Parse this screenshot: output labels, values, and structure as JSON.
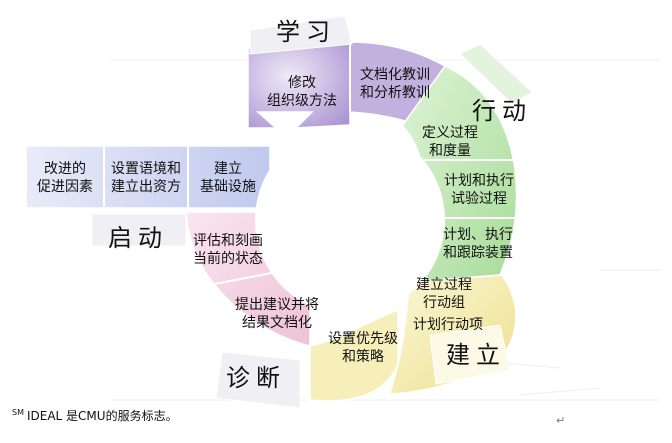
{
  "phases": {
    "learn": "学习",
    "act": "行动",
    "establish": "建立",
    "diagnose": "诊断",
    "start": "启动"
  },
  "segments": {
    "revise": "修改\n组织级方法",
    "document": "文档化教训\n和分析教训",
    "define": "定义过程\n和度量",
    "plan_experiment": "计划和执行\n试验过程",
    "plan_track": "计划、执行\n和跟踪装置",
    "build_team": "建立过程\n行动组",
    "plan_items": "计划行动项",
    "priorities": "设置优先级\n和策略",
    "recommend": "提出建议并将\n结果文档化",
    "assess": "评估和刻画\n当前的状态",
    "infra": "建立\n基础设施",
    "context": "设置语境和\n建立出资方",
    "stimulus": "改进的\n促进因素"
  },
  "footnote": {
    "mark": "SM",
    "text": "IDEAL 是CMU的服务标志。"
  },
  "corner_mark": "↵",
  "colors": {
    "learn": "#b9a6d8",
    "learn_light": "#dcd4ec",
    "act": "#bfe6b4",
    "act_light": "#e2f3dc",
    "establish": "#f3ecac",
    "establish_light": "#fbf8df",
    "diagnose": "#f2cfe0",
    "diagnose_light": "#f8e6ee",
    "start": "#c7cfef",
    "start_light": "#e4e8f7"
  }
}
